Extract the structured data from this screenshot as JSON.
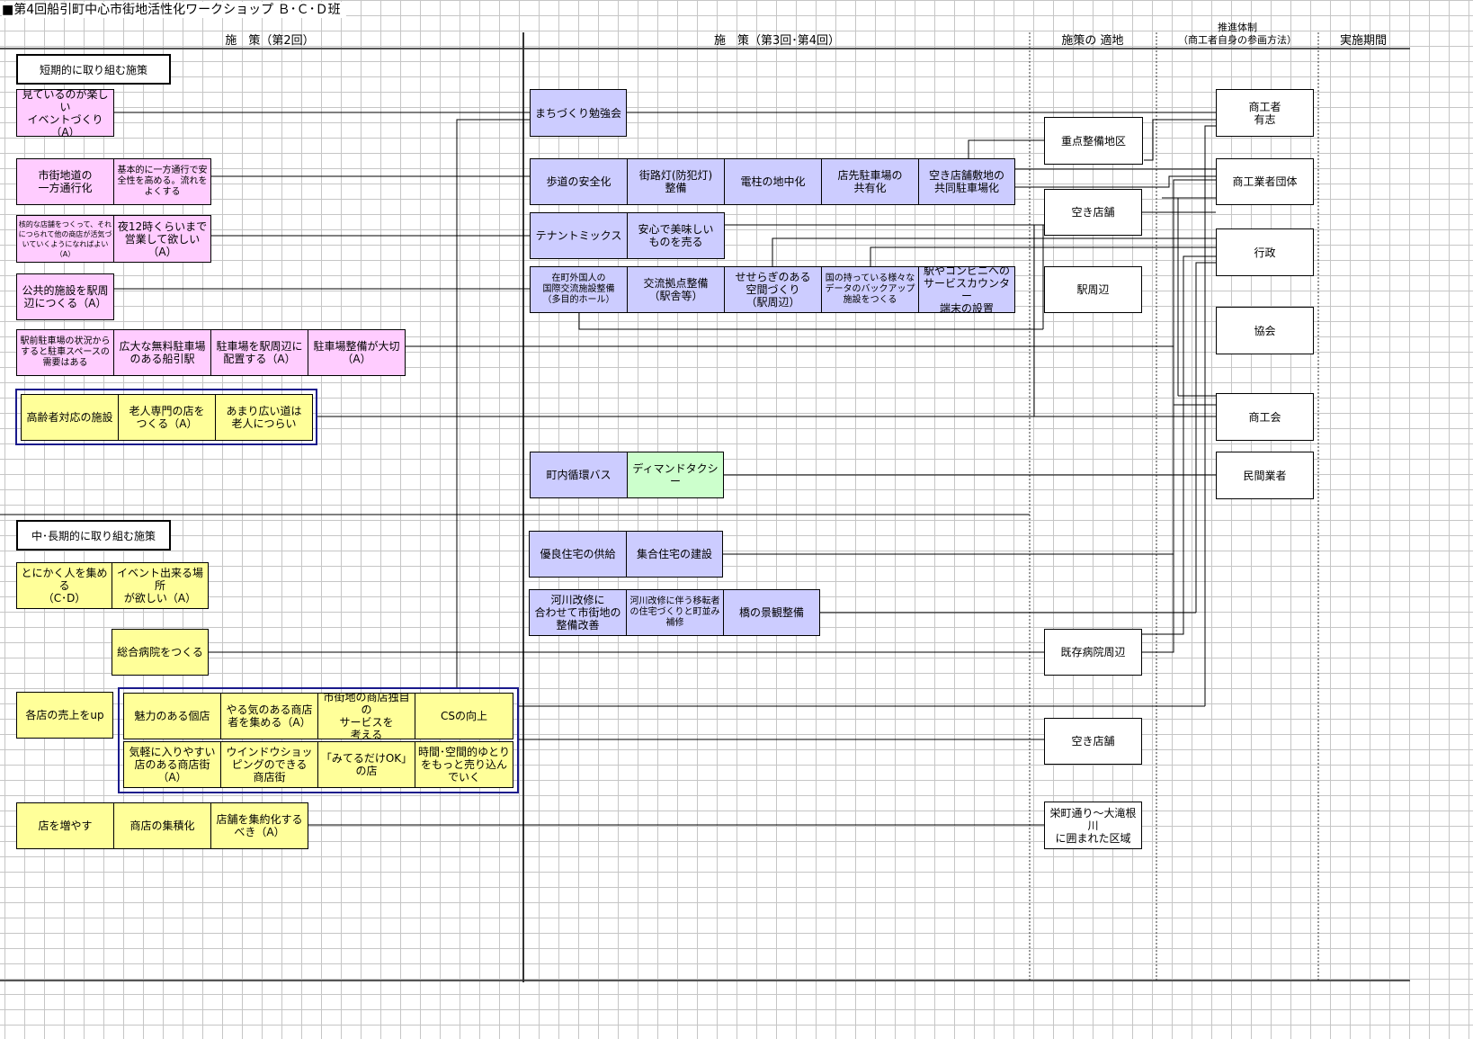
{
  "title": "■第4回船引町中心市街地活性化ワークショップ Ｂ･Ｃ･Ｄ班",
  "headers": {
    "col1": "施　策（第2回）",
    "col2": "施　策（第3回･第4回）",
    "col3": "施策の 適地",
    "col4_line1": "推進体制",
    "col4_line2": "（商工者自身の参画方法）",
    "col5": "実施期間"
  },
  "sections": {
    "short": "短期的に取り組む施策",
    "long": "中･長期的に取り組む施策"
  },
  "left": {
    "r1": "見ているのが楽しい\nイベントづくり\n（A）",
    "r2a": "市街地道の\n一方通行化",
    "r2b": "基本的に一方通行で安全性を高める。流れをよくする",
    "r3a": "核的な店舗をつくって、それにつられて他の商店が活気づいていくようになればよい（A）",
    "r3b": "夜12時くらいまで営業して欲しい（A）",
    "r4": "公共的施設を駅周辺につくる（A）",
    "r5a": "駅前駐車場の状況からすると駐車スペースの需要はある",
    "r5b": "広大な無料駐車場のある船引駅",
    "r5c": "駐車場を駅周辺に配置する（A）",
    "r5d": "駐車場整備が大切\n（A）",
    "r6a": "高齢者対応の施設",
    "r6b": "老人専門の店を\nつくる（A）",
    "r6c": "あまり広い道は\n老人につらい",
    "l1a": "とにかく人を集める\n（C･D）",
    "l1b": "イベント出来る場所\nが欲しい（A）",
    "l2": "総合病院をつくる",
    "l3": "各店の売上をup",
    "l3a": "魅力のある個店",
    "l3b": "やる気のある商店者を集める（A）",
    "l3c": "市街地の商店独自の\nサービスを\n考える",
    "l3d": "CSの向上",
    "l3e": "気軽に入りやすい店のある商店街（A）",
    "l3f": "ウインドウショッピングのできる\n商店街",
    "l3g": "「みてるだけOK」の店",
    "l3h": "時間･空間的ゆとりをもっと売り込んでいく",
    "l4a": "店を増やす",
    "l4b": "商店の集積化",
    "l4c": "店舗を集約化する\nべき（A）"
  },
  "mid": {
    "m1": "まちづくり勉強会",
    "m2a": "歩道の安全化",
    "m2b": "街路灯(防犯灯)\n整備",
    "m2c": "電柱の地中化",
    "m2d": "店先駐車場の\n共有化",
    "m2e": "空き店舗敷地の\n共同駐車場化",
    "m3a": "テナントミックス",
    "m3b": "安心で美味しい\nものを売る",
    "m4a": "在町外国人の\n国際交流施設整備\n（多目的ホール）",
    "m4b": "交流拠点整備\n（駅舎等）",
    "m4c": "せせらぎのある\n空間づくり\n（駅周辺）",
    "m4d": "国の持っている様々なデータのバックアップ施設をつくる",
    "m4e": "駅やコンビニへの\nサービスカウンター\n端末の設置",
    "m5a": "町内循環バス",
    "m5b": "ディマンドタクシー",
    "m6a": "優良住宅の供給",
    "m6b": "集合住宅の建設",
    "m7a": "河川改修に\n合わせて市街地の\n整備改善",
    "m7b": "河川改修に伴う移転者の住宅づくりと町並み補修",
    "m7c": "橋の景観整備"
  },
  "sites": {
    "s1": "重点整備地区",
    "s2": "空き店舗",
    "s3": "駅周辺",
    "s4": "既存病院周辺",
    "s5": "空き店舗",
    "s6": "栄町通り～大滝根川\nに囲まれた区域"
  },
  "actors": {
    "a1": "商工者\n有志",
    "a2": "商工業者団体",
    "a3": "行政",
    "a4": "協会",
    "a5": "商工会",
    "a6": "民間業者"
  }
}
